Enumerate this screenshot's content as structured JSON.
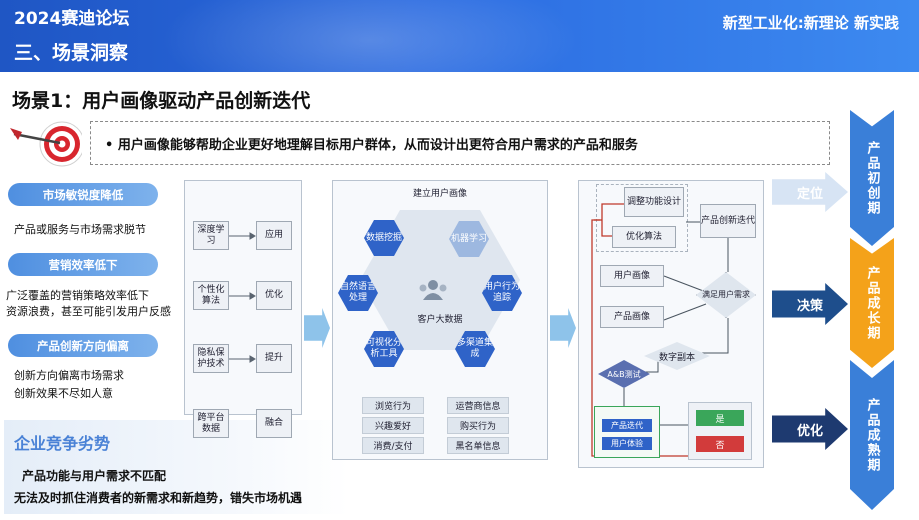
{
  "header": {
    "forum_title": "2024赛迪论坛",
    "section_title": "三、场景洞察",
    "slogan": "新型工业化:新理论 新实践"
  },
  "scene_title": "场景1：用户画像驱动产品创新迭代",
  "intro": "•  用户画像能够帮助企业更好地理解目标用户群体，从而设计出更符合用户需求的产品和服务",
  "left": {
    "pill1": "市场敏锐度降低",
    "text1": "产品或服务与市场需求脱节",
    "pill2": "营销效率低下",
    "text2a": "广泛覆盖的营销策略效率低下",
    "text2b": "资源浪费，甚至可能引发用户反感",
    "pill3": "产品创新方向偏离",
    "text3a": "创新方向偏离市场需求",
    "text3b": "创新效果不尽如人意",
    "comp_title": "企业竞争劣势",
    "comp1": "产品功能与用户需求不匹配",
    "comp2": "无法及时抓住消费者的新需求和新趋势，错失市场机遇"
  },
  "tech": [
    {
      "left": "深度学习",
      "right": "应用"
    },
    {
      "left": "个性化算法",
      "right": "优化"
    },
    {
      "left": "隐私保护技术",
      "right": "提升"
    },
    {
      "left": "跨平台数据",
      "right": "融合"
    }
  ],
  "persona": {
    "title": "建立用户画像",
    "center": "客户大数据",
    "hexes": [
      "数据挖掘",
      "机器学习",
      "自然语言处理",
      "用户行为追踪",
      "可视化分析工具",
      "多渠道集成"
    ],
    "chips": [
      "浏览行为",
      "运营商信息",
      "兴趣爱好",
      "购买行为",
      "消费/支付",
      "黑名单信息"
    ]
  },
  "flow": {
    "adjust": "调整功能设计",
    "optimize": "优化算法",
    "innovate": "产品创新迭代",
    "persona1": "用户画像",
    "persona2": "产品画像",
    "meet": "满足用户需求",
    "twin": "数字副本",
    "test": "A&B测试",
    "iterate": "产品迭代",
    "feedback": "用户体验",
    "yes": "是",
    "no": "否"
  },
  "stages": {
    "positioning": "定位",
    "decision": "决策",
    "optimization": "优化",
    "chevron1": "产品初创期",
    "chevron2": "产品成长期",
    "chevron3": "产品成熟期"
  },
  "colors": {
    "header_blue": "#2a6ae0",
    "navy": "#1e3a70",
    "hex_blue": "#2f63c8",
    "hex_light": "#9db8e0",
    "chevron_blue": "#3a7fd8",
    "chevron_orange": "#f4a21a",
    "green": "#3aa65a",
    "red": "#d23b3b"
  }
}
